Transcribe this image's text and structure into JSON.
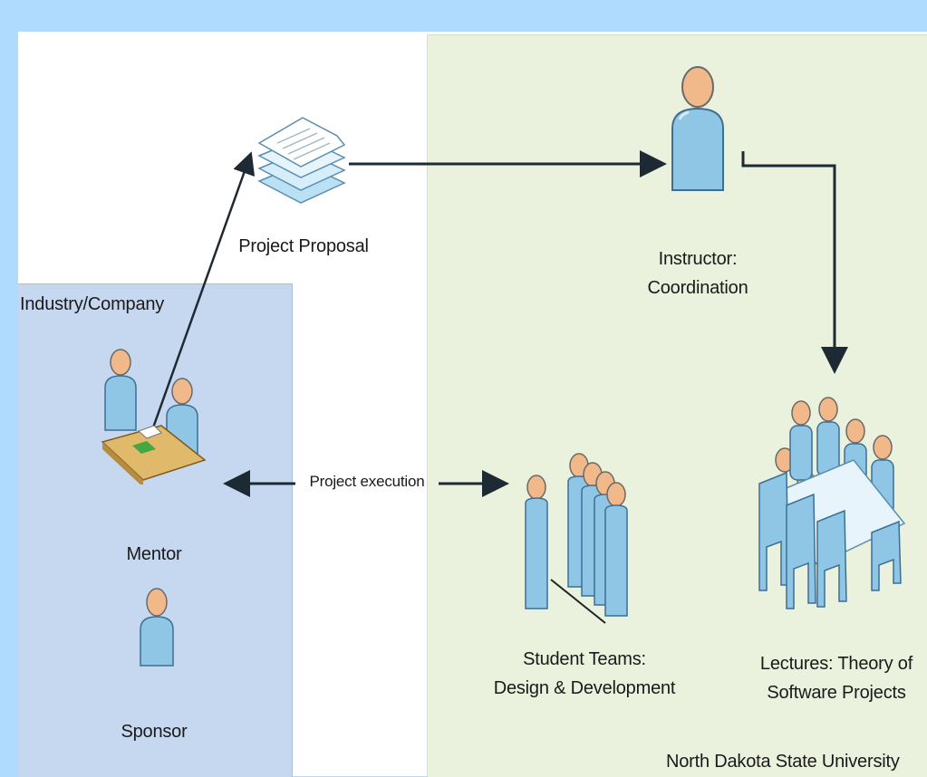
{
  "panels": {
    "industry": "Industry/Company",
    "university": "North Dakota State University"
  },
  "nodes": {
    "proposal": "Project Proposal",
    "instructor": "Instructor:\nCoordination",
    "mentor": "Mentor",
    "sponsor": "Sponsor",
    "students": "Student Teams:\nDesign & Development",
    "lectures": "Lectures: Theory of\nSoftware Projects"
  },
  "edges": {
    "execution": "Project execution"
  },
  "colors": {
    "background": "#aedbff",
    "university_panel": "#eaf1dc",
    "industry_panel": "#c6d8f0",
    "person_body": "#8fc6e6",
    "person_head": "#f1b98a",
    "arrow": "#1e2a33"
  },
  "icons": [
    "document-stack-icon",
    "person-icon",
    "meeting-table-icon",
    "group-icon",
    "conference-room-icon"
  ]
}
